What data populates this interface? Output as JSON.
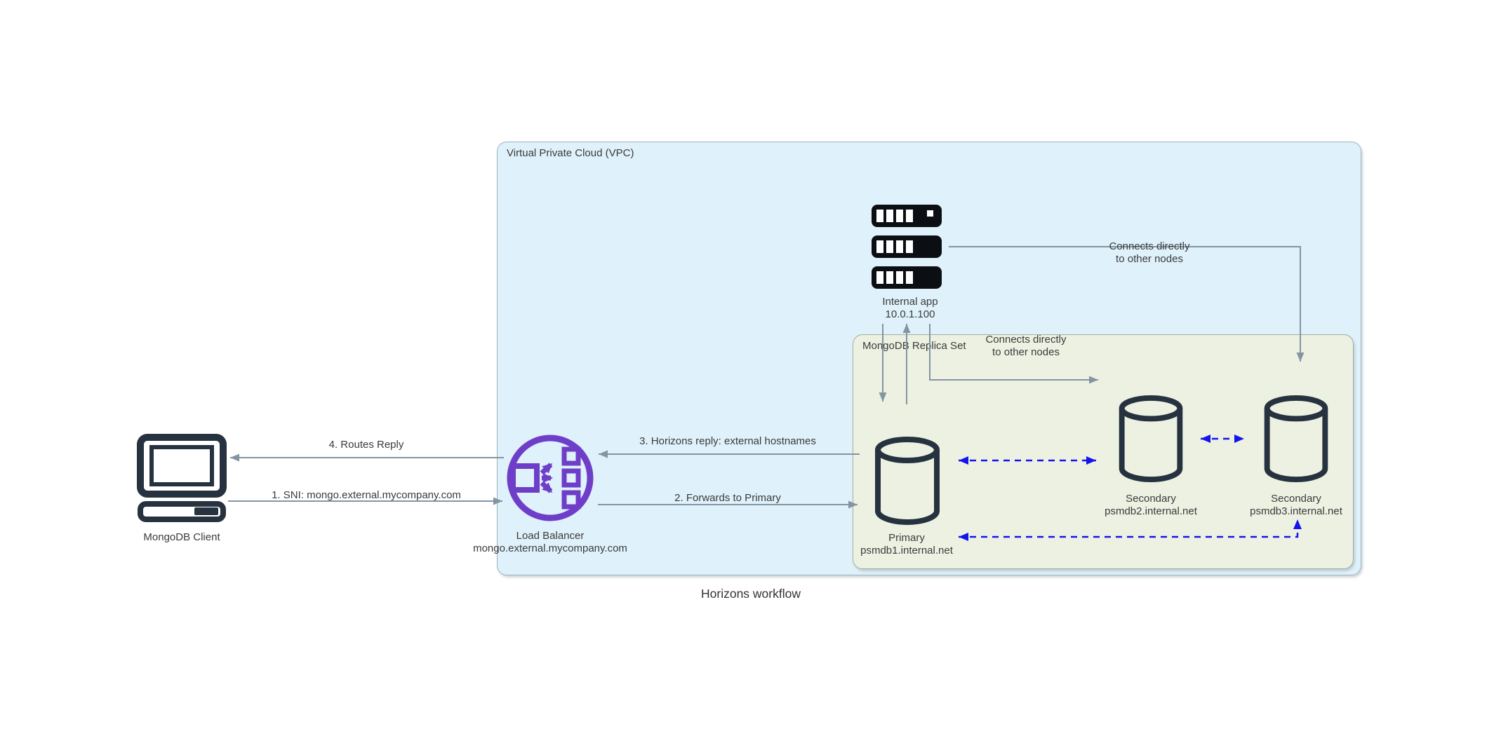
{
  "title": "Horizons workflow",
  "vpc": {
    "label": "Virtual Private Cloud (VPC)"
  },
  "replica_set": {
    "label": "MongoDB Replica Set"
  },
  "nodes": {
    "client": {
      "label": "MongoDB Client"
    },
    "load_balancer": {
      "name": "Load Balancer",
      "hostname": "mongo.external.mycompany.com"
    },
    "internal_app": {
      "name": "Internal app",
      "ip": "10.0.1.100"
    },
    "primary": {
      "role": "Primary",
      "hostname": "psmdb1.internal.net"
    },
    "secondary2": {
      "role": "Secondary",
      "hostname": "psmdb2.internal.net"
    },
    "secondary3": {
      "role": "Secondary",
      "hostname": "psmdb3.internal.net"
    }
  },
  "flows": {
    "step1": "1. SNI: mongo.external.mycompany.com",
    "step2": "2. Forwards to Primary",
    "step3": "3. Horizons reply: external hostnames",
    "step4": "4. Routes Reply",
    "connects_directly": {
      "line1": "Connects directly",
      "line2": "to other nodes"
    }
  },
  "icons": {
    "client": "desktop-computer-icon",
    "load_balancer": "load-balancer-icon",
    "internal_app": "server-stack-icon",
    "primary": "database-cylinder-icon",
    "secondary2": "database-cylinder-icon",
    "secondary3": "database-cylinder-icon"
  },
  "colors": {
    "vpc_fill": "#dff1fa",
    "replica_set_fill": "#edf1e2",
    "flow_arrow_gray": "#8494a2",
    "replication_blue": "#1414ee",
    "icon_navy": "#26323f",
    "load_balancer_purple": "#6e3ec8",
    "text": "#3b3b3b"
  }
}
